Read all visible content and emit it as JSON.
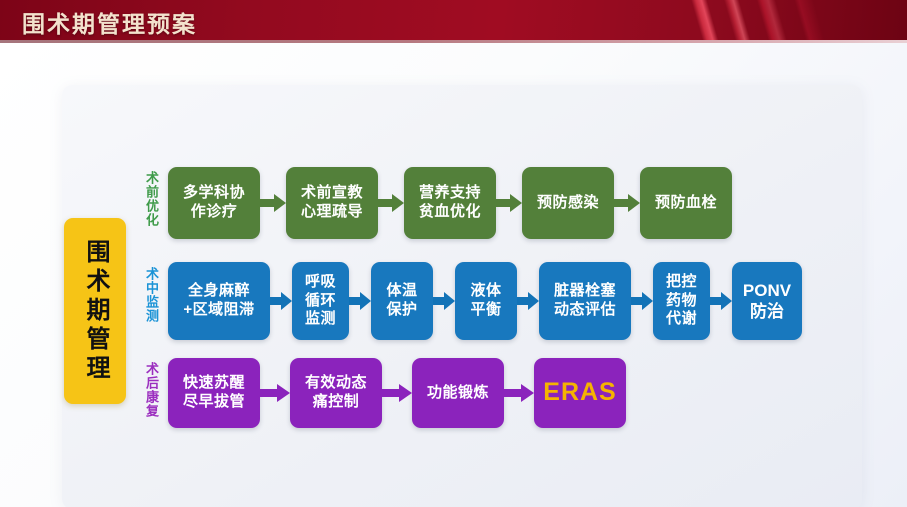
{
  "header": {
    "title": "围术期管理预案",
    "bg_color": "#930a1f",
    "title_color": "#f3e2cd"
  },
  "diagram": {
    "master_label": "围术期管理",
    "master_color": "#f6c416",
    "rows": [
      {
        "id": "row1",
        "label": "术前优化",
        "color": "#53803a",
        "label_color": "#3f9b4a",
        "nodes": [
          {
            "text": "多学科协\n作诊疗",
            "width": 92
          },
          {
            "text": "术前宣教\n心理疏导",
            "width": 92
          },
          {
            "text": "营养支持\n贫血优化",
            "width": 92
          },
          {
            "text": "预防感染",
            "width": 92
          },
          {
            "text": "预防血栓",
            "width": 92
          }
        ]
      },
      {
        "id": "row2",
        "label": "术中监测",
        "color": "#1878be",
        "label_color": "#1b93d6",
        "nodes": [
          {
            "text": "全身麻醉\n+区域阻滞",
            "width": 102
          },
          {
            "text": "呼吸\n循环\n监测",
            "width": 57
          },
          {
            "text": "体温\n保护",
            "width": 62
          },
          {
            "text": "液体\n平衡",
            "width": 62
          },
          {
            "text": "脏器栓塞\n动态评估",
            "width": 92
          },
          {
            "text": "把控\n药物\n代谢",
            "width": 57
          },
          {
            "text": "PONV\n防治",
            "width": 70
          }
        ]
      },
      {
        "id": "row3",
        "label": "术后康复",
        "color": "#8b23bc",
        "label_color": "#9b2fbf",
        "nodes": [
          {
            "text": "快速苏醒\n尽早拔管",
            "width": 92
          },
          {
            "text": "有效动态\n痛控制",
            "width": 92
          },
          {
            "text": "功能锻炼",
            "width": 92
          },
          {
            "text": "ERAS",
            "width": 92,
            "style": "eras"
          }
        ]
      }
    ]
  }
}
